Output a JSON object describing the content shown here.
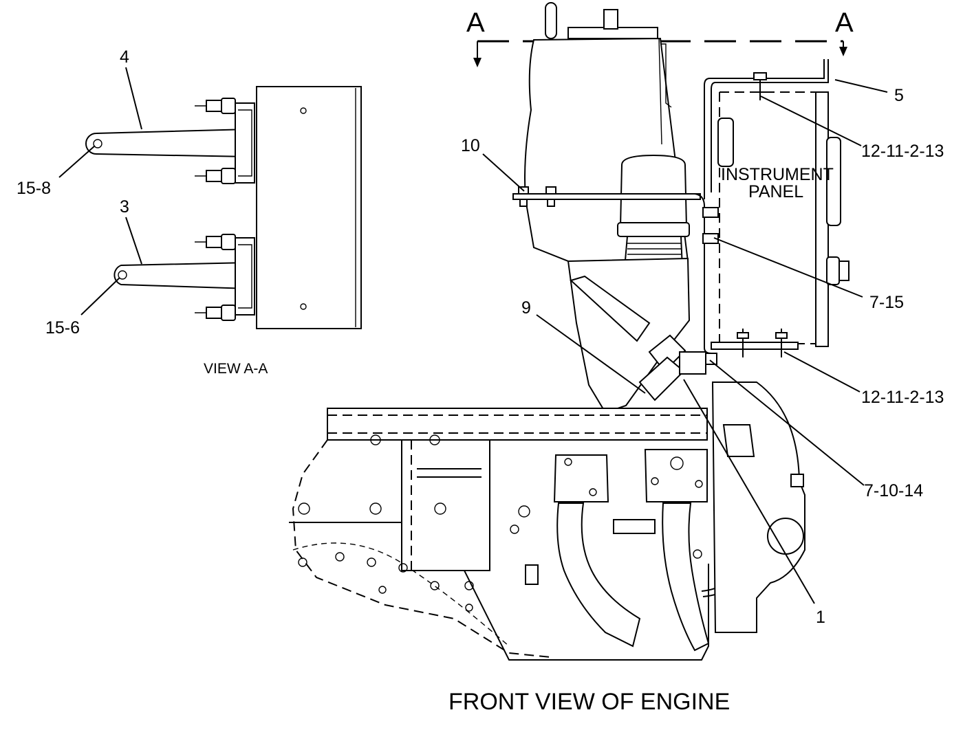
{
  "section_marker": {
    "left": "A",
    "right": "A"
  },
  "view_aa": {
    "caption": "VIEW A-A",
    "callouts": {
      "part_4": "4",
      "part_3": "3",
      "item_15_8": "15-8",
      "item_15_6": "15-6"
    }
  },
  "front_view": {
    "caption": "FRONT VIEW OF ENGINE",
    "instrument_panel_label": [
      "INSTRUMENT",
      "PANEL"
    ],
    "callouts": {
      "part_5": "5",
      "item_12_11_2_13_top": "12-11-2-13",
      "item_10": "10",
      "item_7_15": "7-15",
      "item_9": "9",
      "item_12_11_2_13_bottom": "12-11-2-13",
      "item_7_10_14": "7-10-14",
      "item_1": "1"
    }
  }
}
